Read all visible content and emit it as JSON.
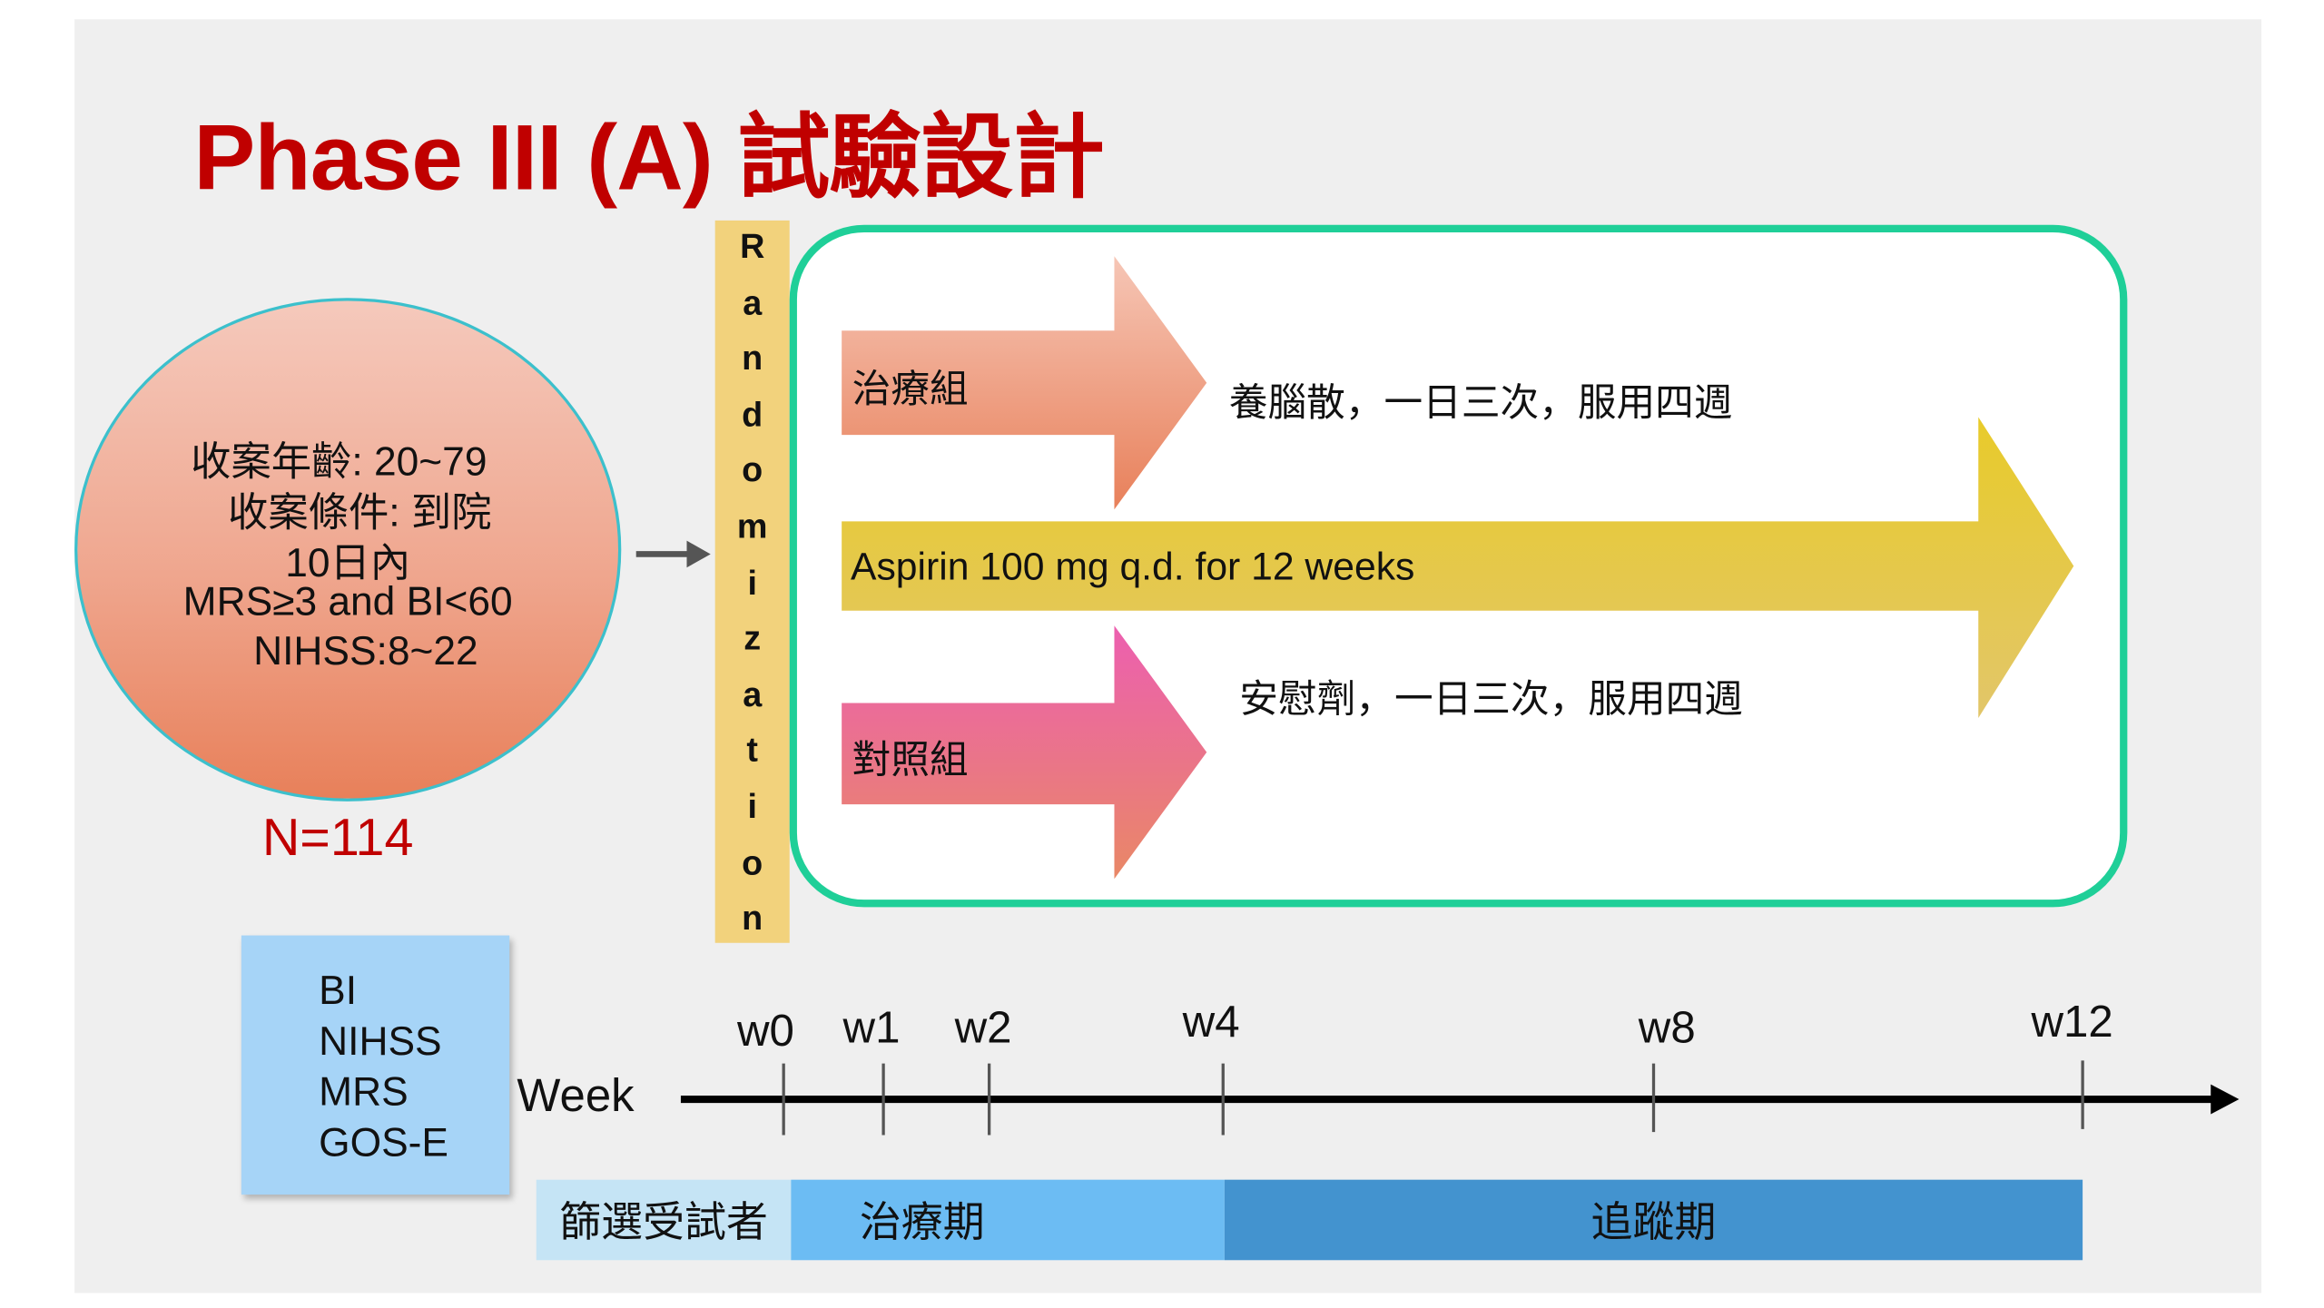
{
  "title": "Phase III (A) 試驗設計",
  "inclusion": {
    "lines": [
      "收案年齡: 20~79",
      "收案條件: 到院",
      "10日內",
      "MRS≥3 and BI<60",
      "NIHSS:8~22"
    ],
    "n": "N=114"
  },
  "randomization": {
    "letters": [
      "R",
      "a",
      "n",
      "d",
      "o",
      "m",
      "i",
      "z",
      "a",
      "t",
      "i",
      "o",
      "n"
    ]
  },
  "arms": {
    "treatment_label": "治療組",
    "treatment_desc": "養腦散，一日三次，服用四週",
    "aspirin_label": "Aspirin 100 mg q.d. for 12 weeks",
    "control_label": "對照組",
    "control_desc": "安慰劑，一日三次，服用四週"
  },
  "measures": [
    "BI",
    "NIHSS",
    "MRS",
    "GOS-E"
  ],
  "timeline": {
    "axis_label": "Week",
    "ticks": [
      "w0",
      "w1",
      "w2",
      "w4",
      "w8",
      "w12"
    ]
  },
  "phases": [
    "篩選受試者",
    "治療期",
    "追蹤期"
  ],
  "colors": {
    "title": "#c00000",
    "frame": "#1fcf98",
    "aspirin": "#e8c840",
    "followup": "#4393cf"
  }
}
